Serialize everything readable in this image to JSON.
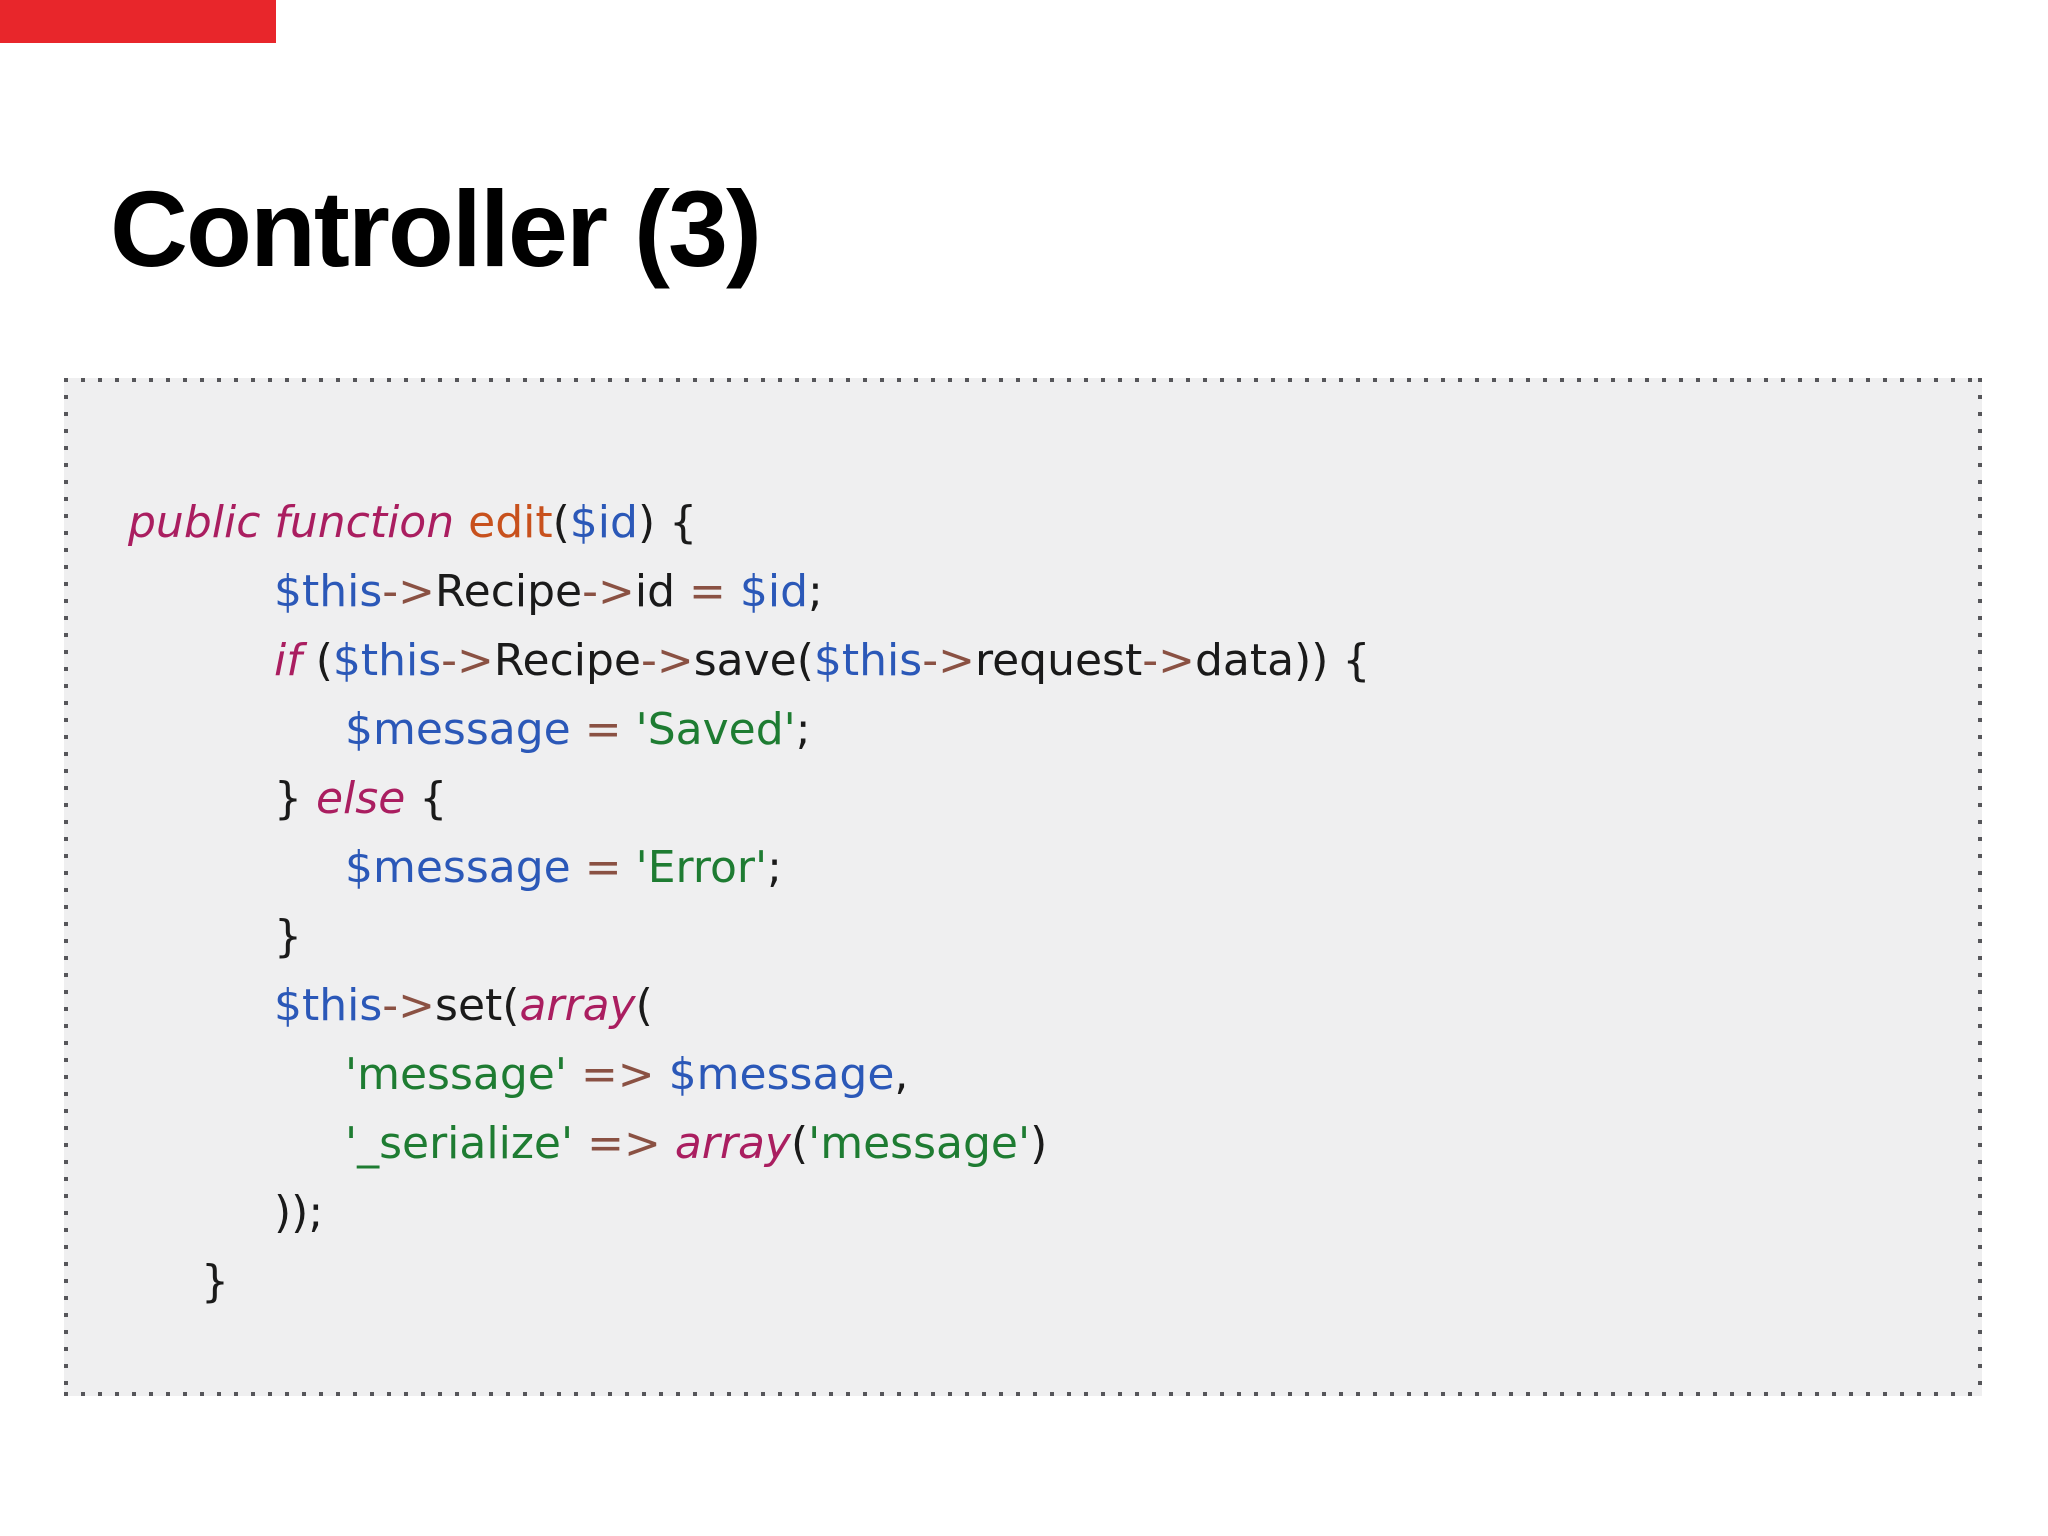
{
  "slide": {
    "title": "Controller (3)"
  },
  "colors": {
    "accent_red": "#e8262b",
    "panel_bg": "#efeff0",
    "border_dot": "#56565a",
    "plain": "#1a1a1a",
    "keyword": "#aa1e60",
    "function_name": "#c8511d",
    "variable": "#2b58b8",
    "operator": "#8a5143",
    "string": "#1e7c32"
  },
  "code": {
    "language": "php",
    "lines": [
      {
        "indent": 0,
        "tokens": [
          {
            "text": "public function",
            "type": "keyword"
          },
          {
            "text": " ",
            "type": "plain"
          },
          {
            "text": "edit",
            "type": "function_name"
          },
          {
            "text": "(",
            "type": "plain"
          },
          {
            "text": "$id",
            "type": "variable"
          },
          {
            "text": ") {",
            "type": "plain"
          }
        ]
      },
      {
        "indent": 146,
        "tokens": [
          {
            "text": "$this",
            "type": "variable"
          },
          {
            "text": "->",
            "type": "operator"
          },
          {
            "text": "Recipe",
            "type": "plain"
          },
          {
            "text": "->",
            "type": "operator"
          },
          {
            "text": "id ",
            "type": "plain"
          },
          {
            "text": "=",
            "type": "operator"
          },
          {
            "text": " ",
            "type": "plain"
          },
          {
            "text": "$id",
            "type": "variable"
          },
          {
            "text": ";",
            "type": "plain"
          }
        ]
      },
      {
        "indent": 146,
        "tokens": [
          {
            "text": "if",
            "type": "keyword"
          },
          {
            "text": " (",
            "type": "plain"
          },
          {
            "text": "$this",
            "type": "variable"
          },
          {
            "text": "->",
            "type": "operator"
          },
          {
            "text": "Recipe",
            "type": "plain"
          },
          {
            "text": "->",
            "type": "operator"
          },
          {
            "text": "save(",
            "type": "plain"
          },
          {
            "text": "$this",
            "type": "variable"
          },
          {
            "text": "->",
            "type": "operator"
          },
          {
            "text": "request",
            "type": "plain"
          },
          {
            "text": "->",
            "type": "operator"
          },
          {
            "text": "data)) {",
            "type": "plain"
          }
        ]
      },
      {
        "indent": 217,
        "tokens": [
          {
            "text": "$message",
            "type": "variable"
          },
          {
            "text": " ",
            "type": "plain"
          },
          {
            "text": "=",
            "type": "operator"
          },
          {
            "text": " ",
            "type": "plain"
          },
          {
            "text": "'Saved'",
            "type": "string"
          },
          {
            "text": ";",
            "type": "plain"
          }
        ]
      },
      {
        "indent": 146,
        "tokens": [
          {
            "text": "} ",
            "type": "plain"
          },
          {
            "text": "else",
            "type": "keyword"
          },
          {
            "text": " {",
            "type": "plain"
          }
        ]
      },
      {
        "indent": 217,
        "tokens": [
          {
            "text": "$message",
            "type": "variable"
          },
          {
            "text": " ",
            "type": "plain"
          },
          {
            "text": "=",
            "type": "operator"
          },
          {
            "text": " ",
            "type": "plain"
          },
          {
            "text": "'Error'",
            "type": "string"
          },
          {
            "text": ";",
            "type": "plain"
          }
        ]
      },
      {
        "indent": 146,
        "tokens": [
          {
            "text": "}",
            "type": "plain"
          }
        ]
      },
      {
        "indent": 146,
        "tokens": [
          {
            "text": "$this",
            "type": "variable"
          },
          {
            "text": "->",
            "type": "operator"
          },
          {
            "text": "set(",
            "type": "plain"
          },
          {
            "text": "array",
            "type": "keyword"
          },
          {
            "text": "(",
            "type": "plain"
          }
        ]
      },
      {
        "indent": 217,
        "tokens": [
          {
            "text": "'message'",
            "type": "string"
          },
          {
            "text": " ",
            "type": "plain"
          },
          {
            "text": "=>",
            "type": "operator"
          },
          {
            "text": " ",
            "type": "plain"
          },
          {
            "text": "$message",
            "type": "variable"
          },
          {
            "text": ",",
            "type": "plain"
          }
        ]
      },
      {
        "indent": 217,
        "tokens": [
          {
            "text": "'_serialize'",
            "type": "string"
          },
          {
            "text": " ",
            "type": "plain"
          },
          {
            "text": "=>",
            "type": "operator"
          },
          {
            "text": " ",
            "type": "plain"
          },
          {
            "text": "array",
            "type": "keyword"
          },
          {
            "text": "(",
            "type": "plain"
          },
          {
            "text": "'message'",
            "type": "string"
          },
          {
            "text": ")",
            "type": "plain"
          }
        ]
      },
      {
        "indent": 146,
        "tokens": [
          {
            "text": "));",
            "type": "plain"
          }
        ]
      },
      {
        "indent": 73,
        "tokens": [
          {
            "text": "}",
            "type": "plain"
          }
        ]
      }
    ]
  }
}
